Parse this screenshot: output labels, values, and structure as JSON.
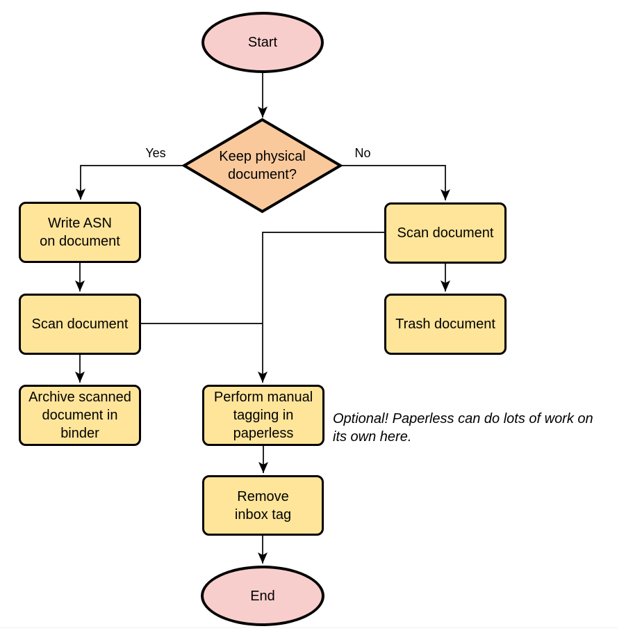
{
  "diagram": {
    "type": "flowchart",
    "colors": {
      "terminal_fill": "#f8cecc",
      "decision_fill": "#f9c99c",
      "process_fill": "#ffe59a",
      "stroke": "#000000",
      "text": "#000000"
    },
    "nodes": [
      {
        "id": "start",
        "shape": "ellipse",
        "label": "Start"
      },
      {
        "id": "decision",
        "shape": "diamond",
        "label": "Keep physical\ndocument?"
      },
      {
        "id": "write-asn",
        "shape": "rounded-rect",
        "label": "Write ASN\non document"
      },
      {
        "id": "scan-left",
        "shape": "rounded-rect",
        "label": "Scan document"
      },
      {
        "id": "archive",
        "shape": "rounded-rect",
        "label": "Archive scanned\ndocument in\nbinder"
      },
      {
        "id": "scan-right",
        "shape": "rounded-rect",
        "label": "Scan document"
      },
      {
        "id": "trash",
        "shape": "rounded-rect",
        "label": "Trash document"
      },
      {
        "id": "tagging",
        "shape": "rounded-rect",
        "label": "Perform manual\ntagging in\npaperless"
      },
      {
        "id": "remove-inbox-tag",
        "shape": "rounded-rect",
        "label": "Remove\ninbox tag"
      },
      {
        "id": "end",
        "shape": "ellipse",
        "label": "End"
      }
    ],
    "edges": [
      {
        "from": "start",
        "to": "decision"
      },
      {
        "from": "decision",
        "to": "write-asn",
        "label": "Yes"
      },
      {
        "from": "decision",
        "to": "scan-right",
        "label": "No"
      },
      {
        "from": "write-asn",
        "to": "scan-left"
      },
      {
        "from": "scan-left",
        "to": "archive"
      },
      {
        "from": "scan-right",
        "to": "trash"
      },
      {
        "from": "scan-right",
        "to": "tagging"
      },
      {
        "from": "scan-left",
        "to": "tagging"
      },
      {
        "from": "tagging",
        "to": "remove-inbox-tag"
      },
      {
        "from": "remove-inbox-tag",
        "to": "end"
      }
    ],
    "annotation": "Optional! Paperless can do lots of work on\nits own here."
  }
}
